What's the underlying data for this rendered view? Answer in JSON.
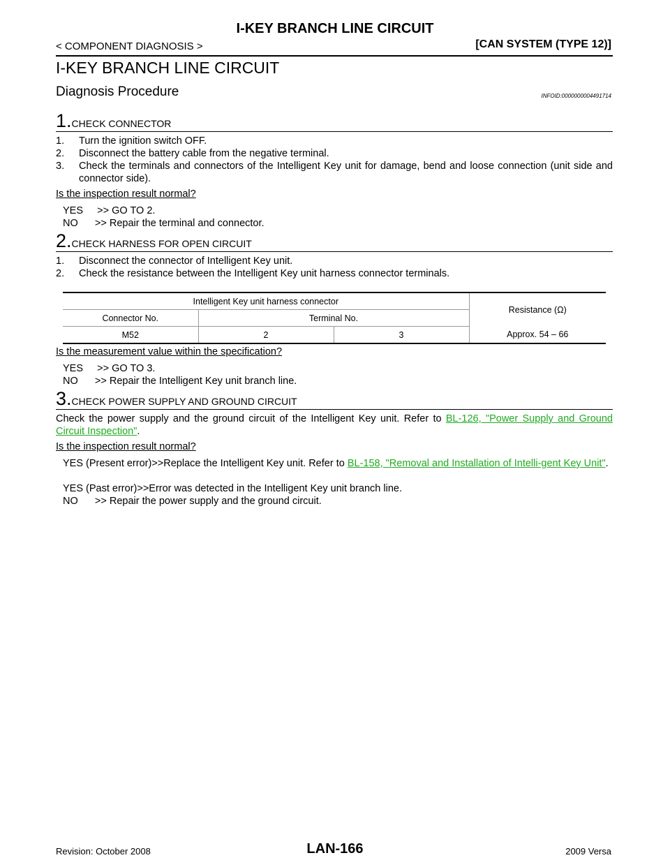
{
  "header": {
    "title": "I-KEY BRANCH LINE CIRCUIT",
    "left": "< COMPONENT DIAGNOSIS >",
    "right": "[CAN SYSTEM (TYPE 12)]"
  },
  "page_title": "I-KEY BRANCH LINE CIRCUIT",
  "section": {
    "title": "Diagnosis Procedure",
    "infoid": "INFOID:0000000004491714"
  },
  "steps": [
    {
      "num": "1.",
      "title": "CHECK CONNECTOR",
      "items": [
        {
          "n": "1.",
          "t": "Turn the ignition switch OFF."
        },
        {
          "n": "2.",
          "t": "Disconnect the battery cable from the negative terminal."
        },
        {
          "n": "3.",
          "t": "Check the terminals and connectors of the Intelligent Key unit for damage, bend and loose connection (unit side and connector side)."
        }
      ],
      "question": "Is the inspection result normal?",
      "yes": "YES     >> GO TO 2.",
      "no": "NO      >> Repair the terminal and connector."
    },
    {
      "num": "2.",
      "title": "CHECK HARNESS FOR OPEN CIRCUIT",
      "items": [
        {
          "n": "1.",
          "t": "Disconnect the connector of Intelligent Key unit."
        },
        {
          "n": "2.",
          "t": "Check the resistance between the Intelligent Key unit harness connector terminals."
        }
      ],
      "table": {
        "group_header": "Intelligent Key unit harness connector",
        "resistance_header": "Resistance (Ω)",
        "connector_header": "Connector No.",
        "terminal_header": "Terminal No.",
        "row": {
          "connector": "M52",
          "t1": "2",
          "t2": "3",
          "resistance": "Approx. 54 – 66"
        }
      },
      "question": "Is the measurement value within the specification?",
      "yes": "YES     >> GO TO 3.",
      "no": "NO      >> Repair the Intelligent Key unit branch line."
    },
    {
      "num": "3.",
      "title": "CHECK POWER SUPPLY AND GROUND CIRCUIT",
      "body_pre": "Check the power supply and the ground circuit of the Intelligent Key unit. Refer to ",
      "body_link": "BL-126, \"Power Supply and Ground Circuit Inspection\"",
      "body_post": ".",
      "question": "Is the inspection result normal?",
      "yes_present_pre": "YES (Present error)>>Replace the Intelligent Key unit. Refer to ",
      "yes_present_link": "BL-158, \"Removal and Installation of Intelli-gent Key Unit\"",
      "yes_present_post": ".",
      "yes_past": "YES (Past error)>>Error was detected in the Intelligent Key unit branch line.",
      "no": "NO      >> Repair the power supply and the ground circuit."
    }
  ],
  "footer": {
    "revision": "Revision: October 2008",
    "page": "LAN-166",
    "model": "2009 Versa"
  }
}
